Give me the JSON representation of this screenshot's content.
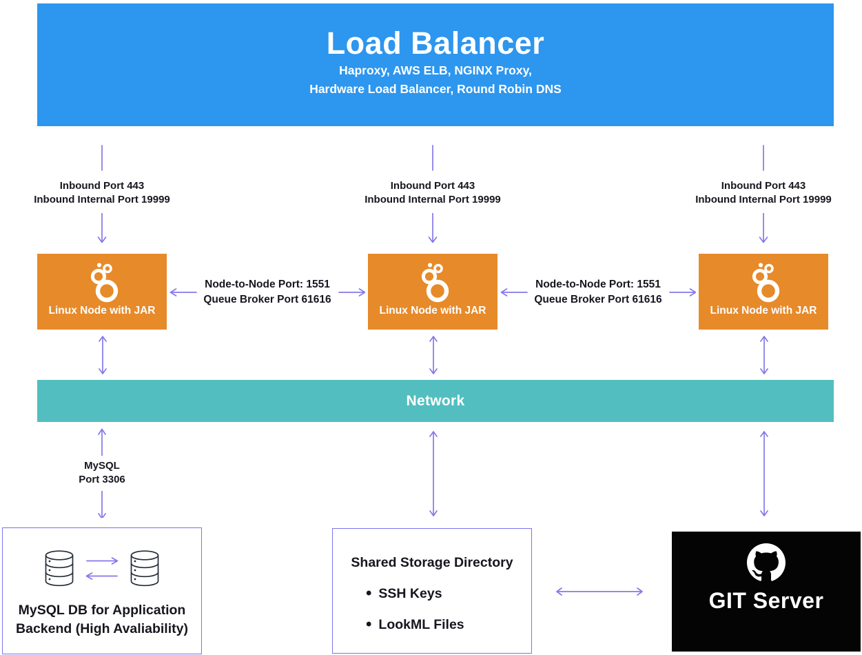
{
  "diagram": {
    "colors": {
      "load_balancer_bg": "#2D96EE",
      "node_bg": "#E78A2A",
      "network_bg": "#52BEC0",
      "arrow": "#8478EA",
      "box_border": "#7C72EE",
      "git_bg": "#040404",
      "text": "#16161E"
    },
    "load_balancer": {
      "title": "Load Balancer",
      "subtitle_line1": "Haproxy, AWS ELB, NGINX Proxy,",
      "subtitle_line2": "Hardware Load Balancer, Round Robin DNS"
    },
    "inbound": {
      "line1": "Inbound Port 443",
      "line2": "Inbound Internal Port 19999"
    },
    "nodes": [
      {
        "label": "Linux Node with JAR"
      },
      {
        "label": "Linux Node with JAR"
      },
      {
        "label": "Linux Node with JAR"
      }
    ],
    "node_links": [
      {
        "line1": "Node-to-Node Port: 1551",
        "line2": "Queue Broker Port 61616"
      },
      {
        "line1": "Node-to-Node Port: 1551",
        "line2": "Queue Broker Port 61616"
      }
    ],
    "network": {
      "label": "Network"
    },
    "mysql_link": {
      "line1": "MySQL",
      "line2": "Port 3306"
    },
    "mysql_db": {
      "label_line1": "MySQL DB for Application",
      "label_line2": "Backend (High Avaliability)"
    },
    "shared_storage": {
      "title": "Shared Storage Directory",
      "items": [
        "SSH Keys",
        "LookML Files"
      ]
    },
    "git_server": {
      "label": "GIT Server"
    }
  }
}
